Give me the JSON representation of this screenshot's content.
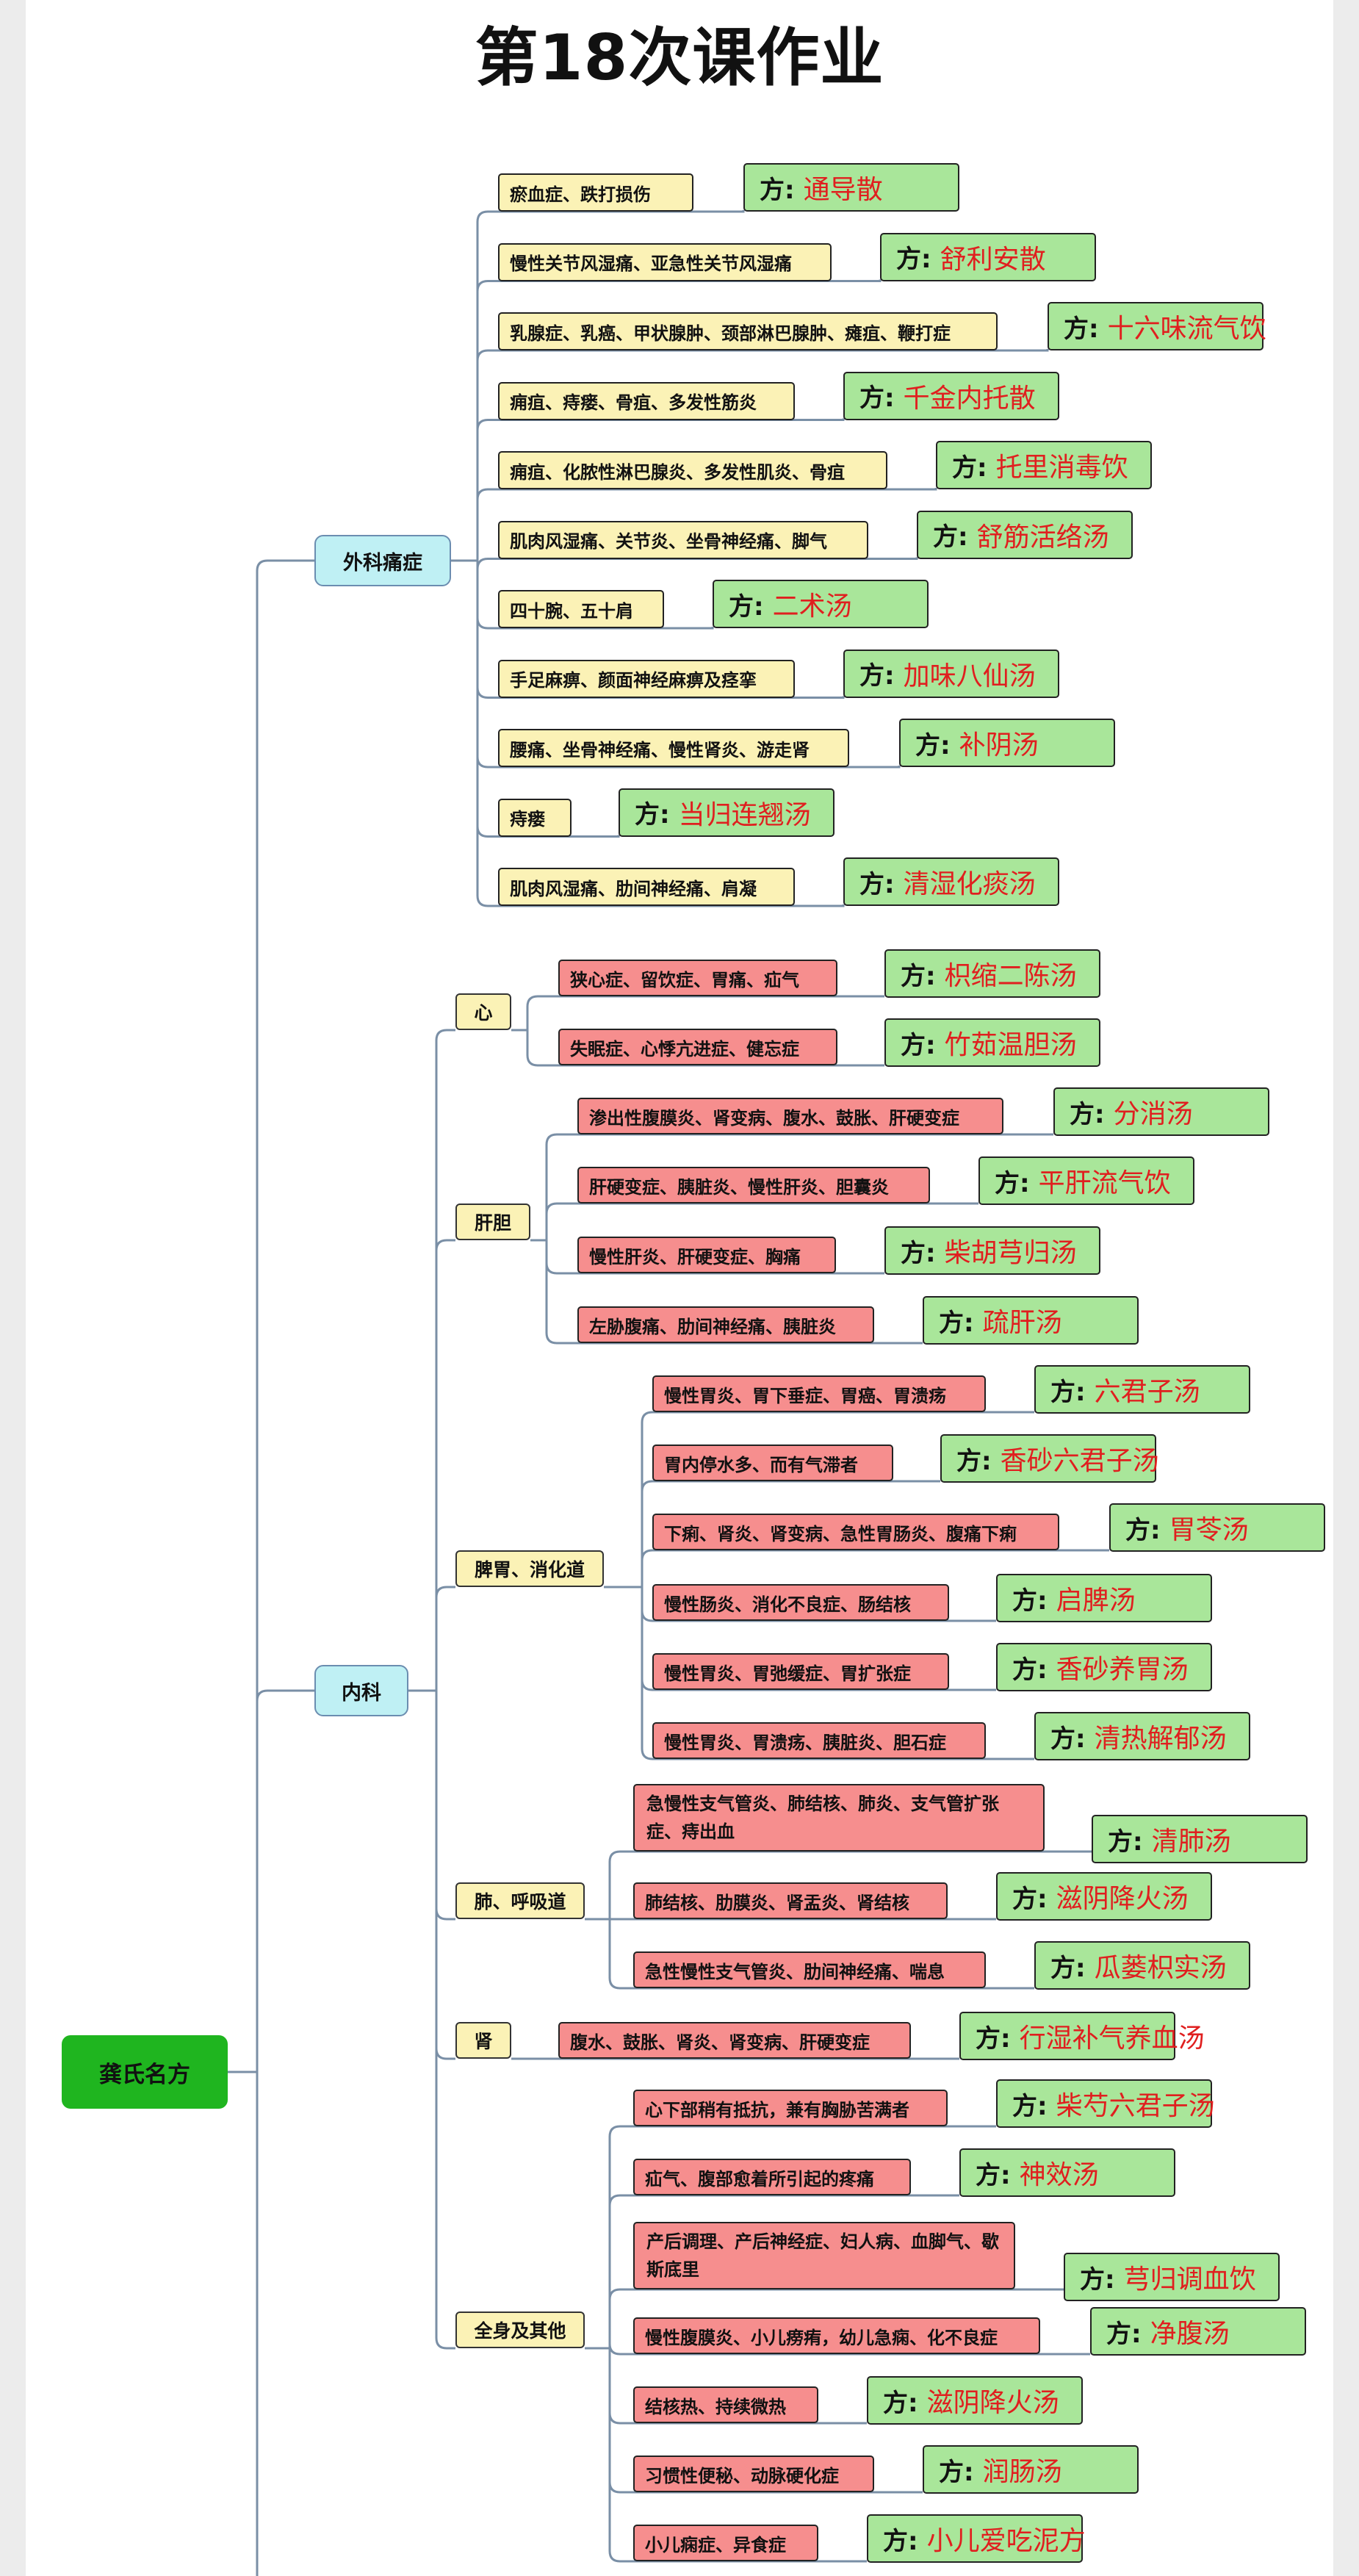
{
  "title": "第18次课作业",
  "fang_label": "方:",
  "root": "龚氏名方",
  "surgery": {
    "label": "外科痛症",
    "items": [
      {
        "symptom": "瘀血症、跌打损伤",
        "formula": "通导散"
      },
      {
        "symptom": "慢性关节风湿痛、亚急性关节风湿痛",
        "formula": "舒利安散"
      },
      {
        "symptom": "乳腺症、乳癌、甲状腺肿、颈部淋巴腺肿、瘫疽、鞭打症",
        "formula": "十六味流气饮"
      },
      {
        "symptom": "痈疽、痔瘘、骨疽、多发性筋炎",
        "formula": "千金内托散"
      },
      {
        "symptom": "痈疽、化脓性淋巴腺炎、多发性肌炎、骨疽",
        "formula": "托里消毒饮"
      },
      {
        "symptom": "肌肉风湿痛、关节炎、坐骨神经痛、脚气",
        "formula": "舒筋活络汤"
      },
      {
        "symptom": "四十腕、五十肩",
        "formula": "二术汤"
      },
      {
        "symptom": "手足麻痹、颜面神经麻痹及痉挛",
        "formula": "加味八仙汤"
      },
      {
        "symptom": "腰痛、坐骨神经痛、慢性肾炎、游走肾",
        "formula": "补阴汤"
      },
      {
        "symptom": "痔瘘",
        "formula": "当归连翘汤"
      },
      {
        "symptom": "肌肉风湿痛、肋间神经痛、肩凝",
        "formula": "清湿化痰汤"
      }
    ]
  },
  "internal": {
    "label": "内科",
    "groups": [
      {
        "label": "心",
        "items": [
          {
            "symptom": "狭心症、留饮症、胃痛、疝气",
            "formula": "枳缩二陈汤"
          },
          {
            "symptom": "失眠症、心悸亢进症、健忘症",
            "formula": "竹茹温胆汤"
          }
        ]
      },
      {
        "label": "肝胆",
        "items": [
          {
            "symptom": "渗出性腹膜炎、肾变病、腹水、鼓胀、肝硬变症",
            "formula": "分消汤"
          },
          {
            "symptom": "肝硬变症、胰脏炎、慢性肝炎、胆囊炎",
            "formula": "平肝流气饮"
          },
          {
            "symptom": "慢性肝炎、肝硬变症、胸痛",
            "formula": "柴胡芎归汤"
          },
          {
            "symptom": "左胁腹痛、肋间神经痛、胰脏炎",
            "formula": "疏肝汤"
          }
        ]
      },
      {
        "label": "脾胃、消化道",
        "items": [
          {
            "symptom": "慢性胃炎、胃下垂症、胃癌、胃溃疡",
            "formula": "六君子汤"
          },
          {
            "symptom": "胃内停水多、而有气滞者",
            "formula": "香砂六君子汤"
          },
          {
            "symptom": "下痢、肾炎、肾变病、急性胃肠炎、腹痛下痢",
            "formula": "胃苓汤"
          },
          {
            "symptom": "慢性肠炎、消化不良症、肠结核",
            "formula": "启脾汤"
          },
          {
            "symptom": "慢性胃炎、胃弛缓症、胃扩张症",
            "formula": "香砂养胃汤"
          },
          {
            "symptom": "慢性胃炎、胃溃疡、胰脏炎、胆石症",
            "formula": "清热解郁汤"
          }
        ]
      },
      {
        "label": "肺、呼吸道",
        "items": [
          {
            "symptom": "急慢性支气管炎、肺结核、肺炎、支气管扩张症、痔出血",
            "formula": "清肺汤"
          },
          {
            "symptom": "肺结核、肋膜炎、肾盂炎、肾结核",
            "formula": "滋阴降火汤"
          },
          {
            "symptom": "急性慢性支气管炎、肋间神经痛、喘息",
            "formula": "瓜蒌枳实汤"
          }
        ]
      },
      {
        "label": "肾",
        "items": [
          {
            "symptom": "腹水、鼓胀、肾炎、肾变病、肝硬变症",
            "formula": "行湿补气养血汤"
          }
        ]
      },
      {
        "label": "全身及其他",
        "items": [
          {
            "symptom": "心下部稍有抵抗，兼有胸胁苦满者",
            "formula": "柴芍六君子汤"
          },
          {
            "symptom": "疝气、腹部愈着所引起的疼痛",
            "formula": "神效汤"
          },
          {
            "symptom": "产后调理、产后神经症、妇人病、血脚气、歇斯底里",
            "formula": "芎归调血饮"
          },
          {
            "symptom": "慢性腹膜炎、小儿痨痏，幼儿急痫、化不良症",
            "formula": "净腹汤"
          },
          {
            "symptom": "结核热、持续微热",
            "formula": "滋阴降火汤"
          },
          {
            "symptom": "习惯性便秘、动脉硬化症",
            "formula": "润肠汤"
          },
          {
            "symptom": "小儿痫症、异食症",
            "formula": "小儿爱吃泥方"
          }
        ]
      }
    ]
  }
}
